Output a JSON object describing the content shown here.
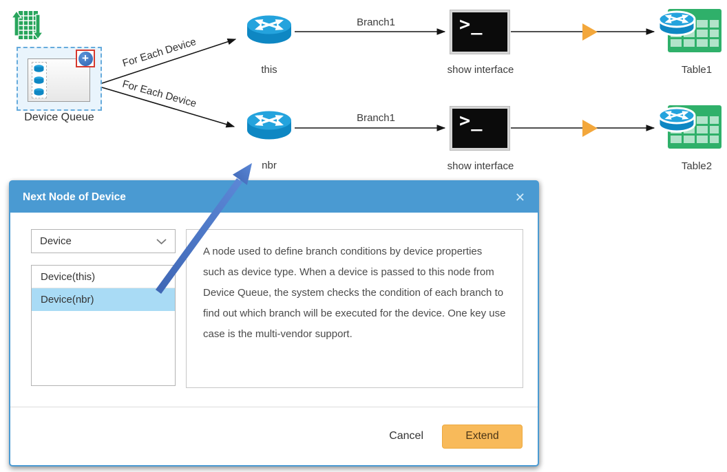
{
  "flow": {
    "device_queue": {
      "label": "Device Queue",
      "plus_glyph": "+"
    },
    "edge_labels": {
      "for_each_device_top": "For Each Device",
      "for_each_device_bottom": "For Each Device",
      "branch_top": "Branch1",
      "branch_bottom": "Branch1"
    },
    "node_labels": {
      "this_router": "this",
      "nbr_router": "nbr",
      "show_interface_top": "show interface",
      "show_interface_bottom": "show interface",
      "table1": "Table1",
      "table2": "Table2"
    },
    "terminal_glyph_gt": ">",
    "terminal_glyph_underscore": "_"
  },
  "modal": {
    "title": "Next Node of Device",
    "close_glyph": "✕",
    "type_dropdown": {
      "value": "Device"
    },
    "device_list": {
      "items": [
        {
          "label": "Device(this)",
          "selected": false
        },
        {
          "label": "Device(nbr)",
          "selected": true
        }
      ]
    },
    "description": "A node used to define branch conditions by device properties such as device type. When a device is passed to this node from Device Queue, the system checks the condition of each branch to find out which branch will be executed for the device. One key use case is the multi-vendor support.",
    "footer": {
      "cancel_label": "Cancel",
      "extend_label": "Extend"
    }
  },
  "colors": {
    "header_blue": "#4a9ad2",
    "selected_item_blue": "#a9dbf5",
    "extend_orange": "#f8ba5a",
    "router_blue": "#24a3dd",
    "node_green": "#2fb06a",
    "annotation_arrow_blue": "#4b77c9",
    "flow_marker_orange": "#f3a73b",
    "plus_badge_blue": "#2f63b0",
    "plus_badge_border_red": "#d6382e"
  }
}
